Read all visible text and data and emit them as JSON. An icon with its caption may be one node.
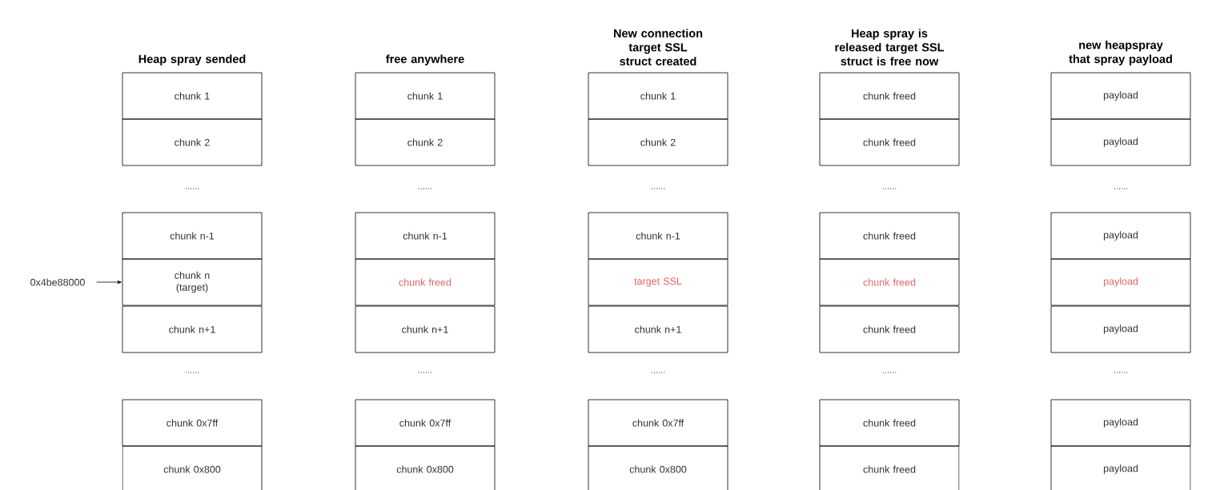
{
  "diagram": {
    "nodes": [
      {
        "text": [
          "chunk 1"
        ]
      },
      {
        "text": [
          "chunk 2"
        ]
      },
      {
        "text": [
          "chunk n-1"
        ]
      },
      {
        "text": [
          "chunk n (target)"
        ]
      },
      {
        "text": [
          "chunk n+1"
        ]
      },
      {
        "text": [
          "chunk 0x7ff"
        ]
      },
      {
        "text": [
          "chunk 0x800"
        ]
      },
      {
        "text": [
          "chunk 1"
        ]
      },
      {
        "text": [
          "chunk 2"
        ]
      },
      {
        "text": [
          "chunk n-1"
        ]
      },
      {
        "text": [
          "chunk freed"
        ]
      },
      {
        "text": [
          "chunk n+1"
        ]
      },
      {
        "text": [
          "chunk 0x7ff"
        ]
      },
      {
        "text": [
          "chunk 0x800"
        ]
      },
      {
        "text": [
          "chunk 1"
        ]
      },
      {
        "text": [
          "chunk 2"
        ]
      },
      {
        "text": [
          "chunk n-1"
        ]
      },
      {
        "text": [
          "target SSL"
        ]
      },
      {
        "text": [
          "chunk n+1"
        ]
      },
      {
        "text": [
          "chunk 0x7ff"
        ]
      },
      {
        "text": [
          "chunk 0x800"
        ]
      },
      {
        "text": [
          "chunk freed"
        ]
      },
      {
        "text": [
          "chunk freed"
        ]
      },
      {
        "text": [
          "chunk freed"
        ]
      },
      {
        "text": [
          "chunk freed"
        ]
      },
      {
        "text": [
          "chunk freed"
        ]
      },
      {
        "text": [
          "chunk freed"
        ]
      },
      {
        "text": [
          "chunk freed"
        ]
      },
      {
        "text": [
          "payload"
        ]
      },
      {
        "text": [
          "payload"
        ]
      },
      {
        "text": [
          "payload"
        ]
      },
      {
        "text": [
          "payload"
        ]
      },
      {
        "text": [
          "payload"
        ]
      },
      {
        "text": [
          "payload"
        ]
      },
      {
        "text": [
          "payload"
        ]
      },
      {
        "text": [
          "0x4be88000"
        ]
      }
    ],
    "edges": [
      {
        "from": 35,
        "to": 3,
        "arrow": "to"
      }
    ],
    "labels": [
      "Heap spray sended",
      "free anywhere",
      "New connection target SSL struct created",
      "Heap spray is released target SSL struct is free now",
      "new heapspray that spray payload",
      "......",
      "......",
      "......",
      "......",
      "......",
      "......",
      "......",
      "......",
      "......",
      "......"
    ]
  }
}
